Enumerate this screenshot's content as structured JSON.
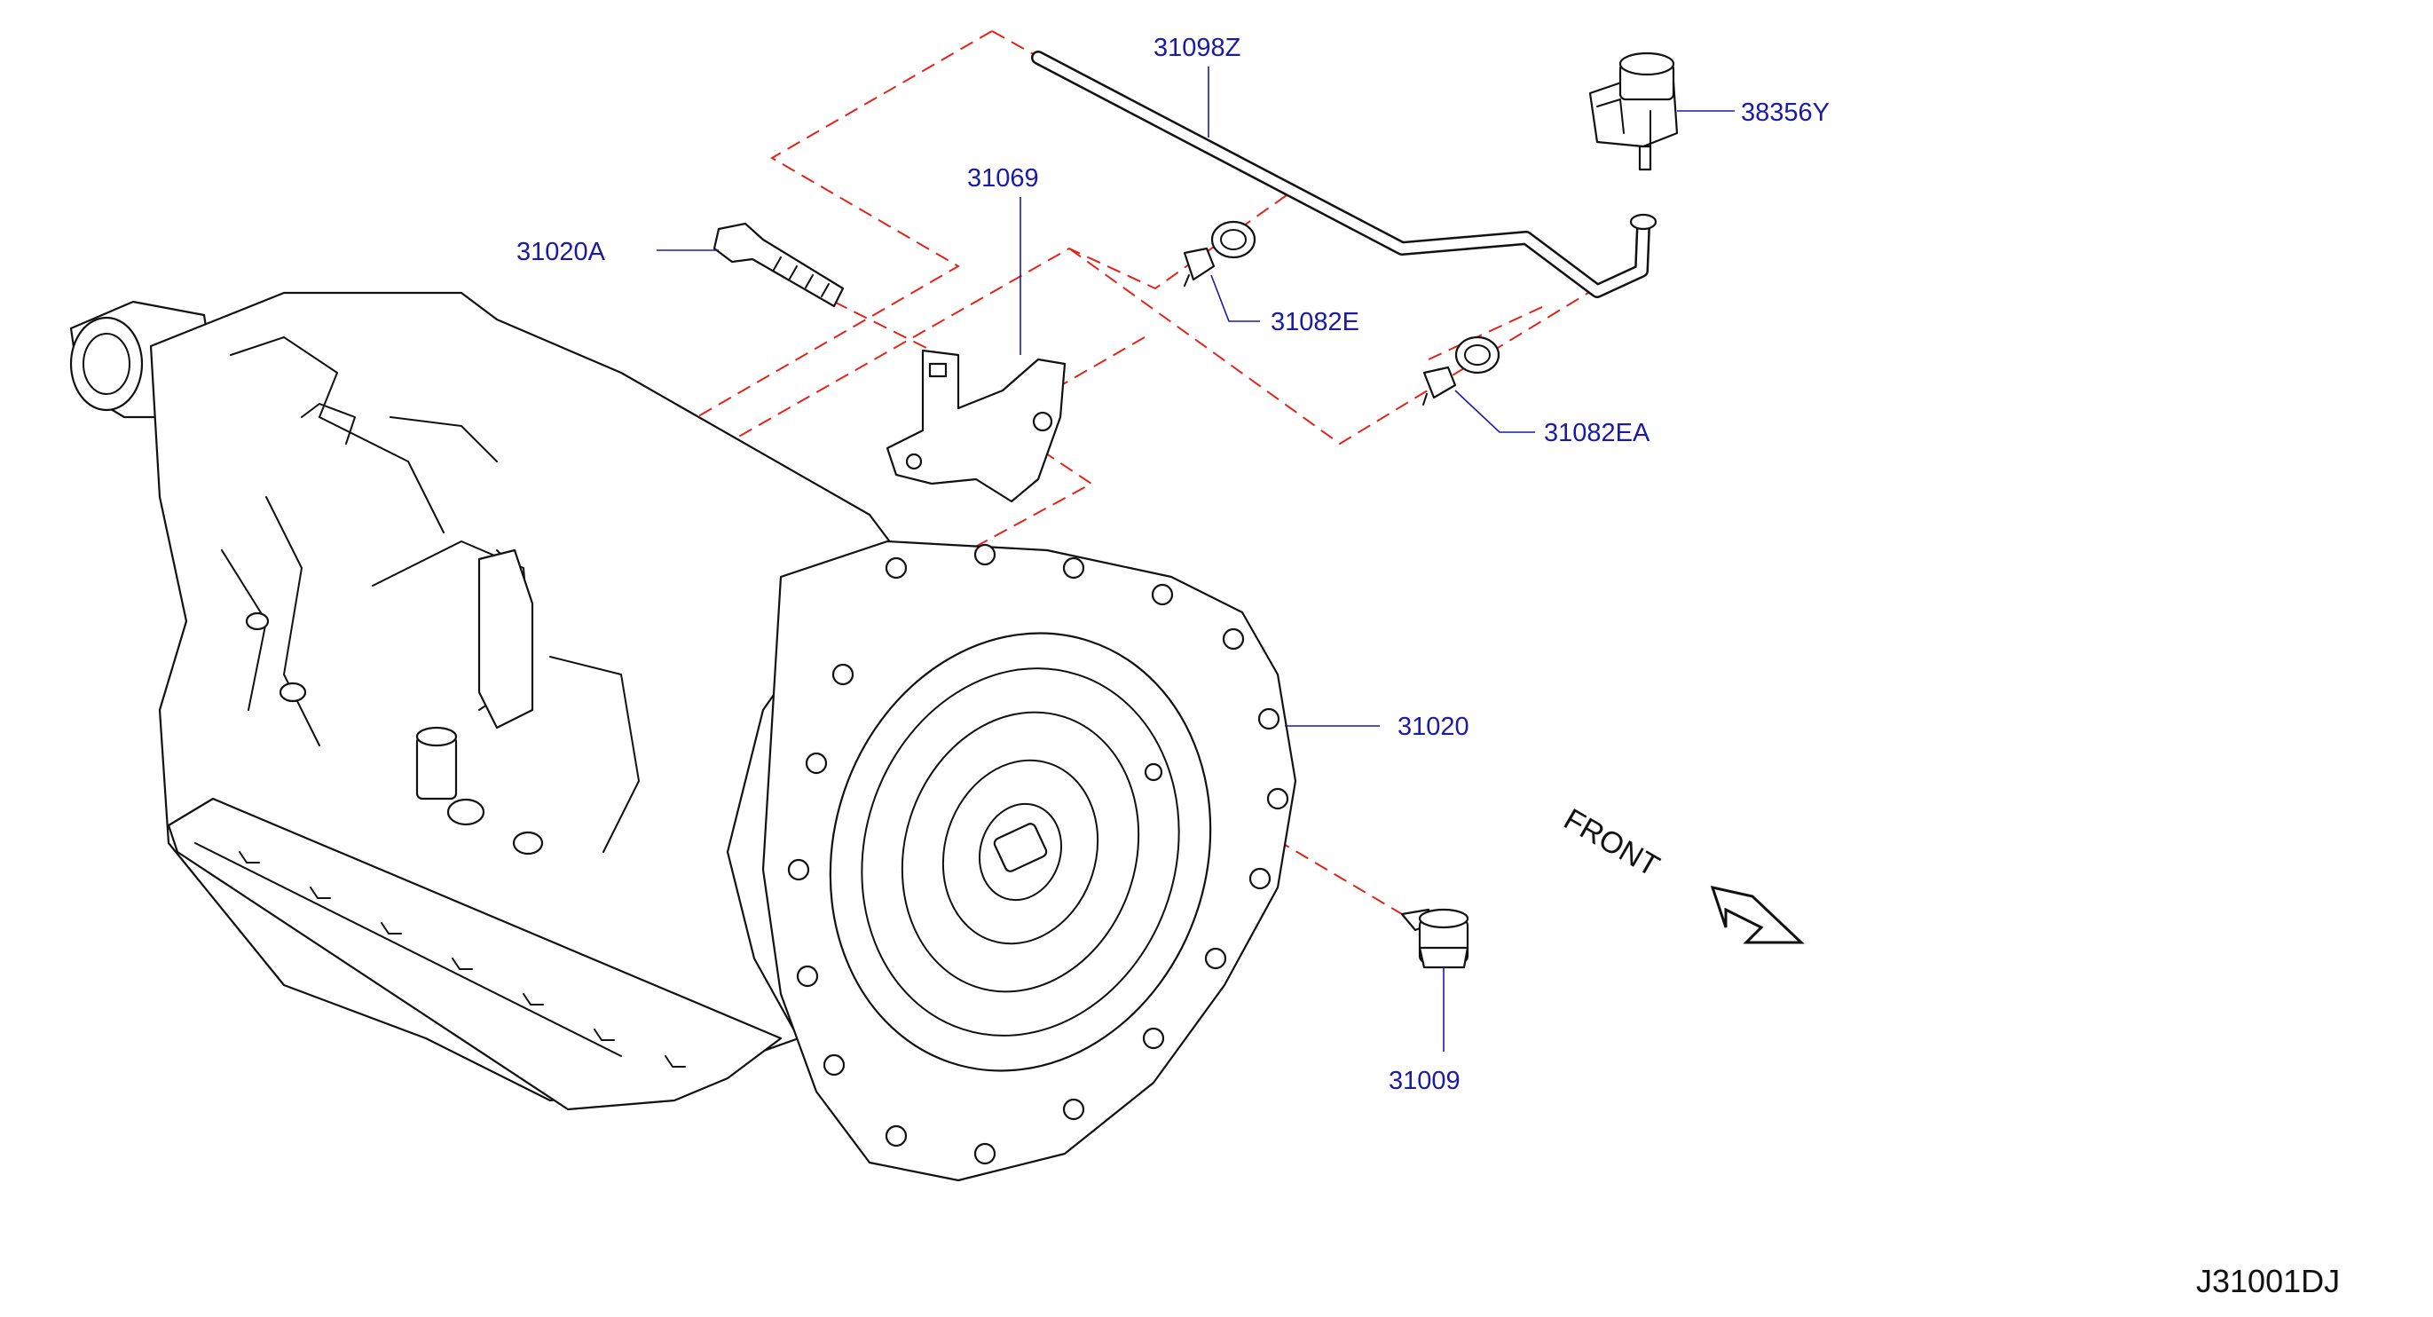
{
  "diagram": {
    "labels": {
      "p31098Z": "31098Z",
      "p38356Y": "38356Y",
      "p31069": "31069",
      "p31020A": "31020A",
      "p31082E": "31082E",
      "p31082EA": "31082EA",
      "p31020": "31020",
      "p31009": "31009"
    },
    "front_label": "FRONT",
    "drawing_code": "J31001DJ"
  },
  "colors": {
    "label_blue": "#1a1aa6",
    "dash_red": "#e2231a",
    "line_black": "#111111"
  }
}
